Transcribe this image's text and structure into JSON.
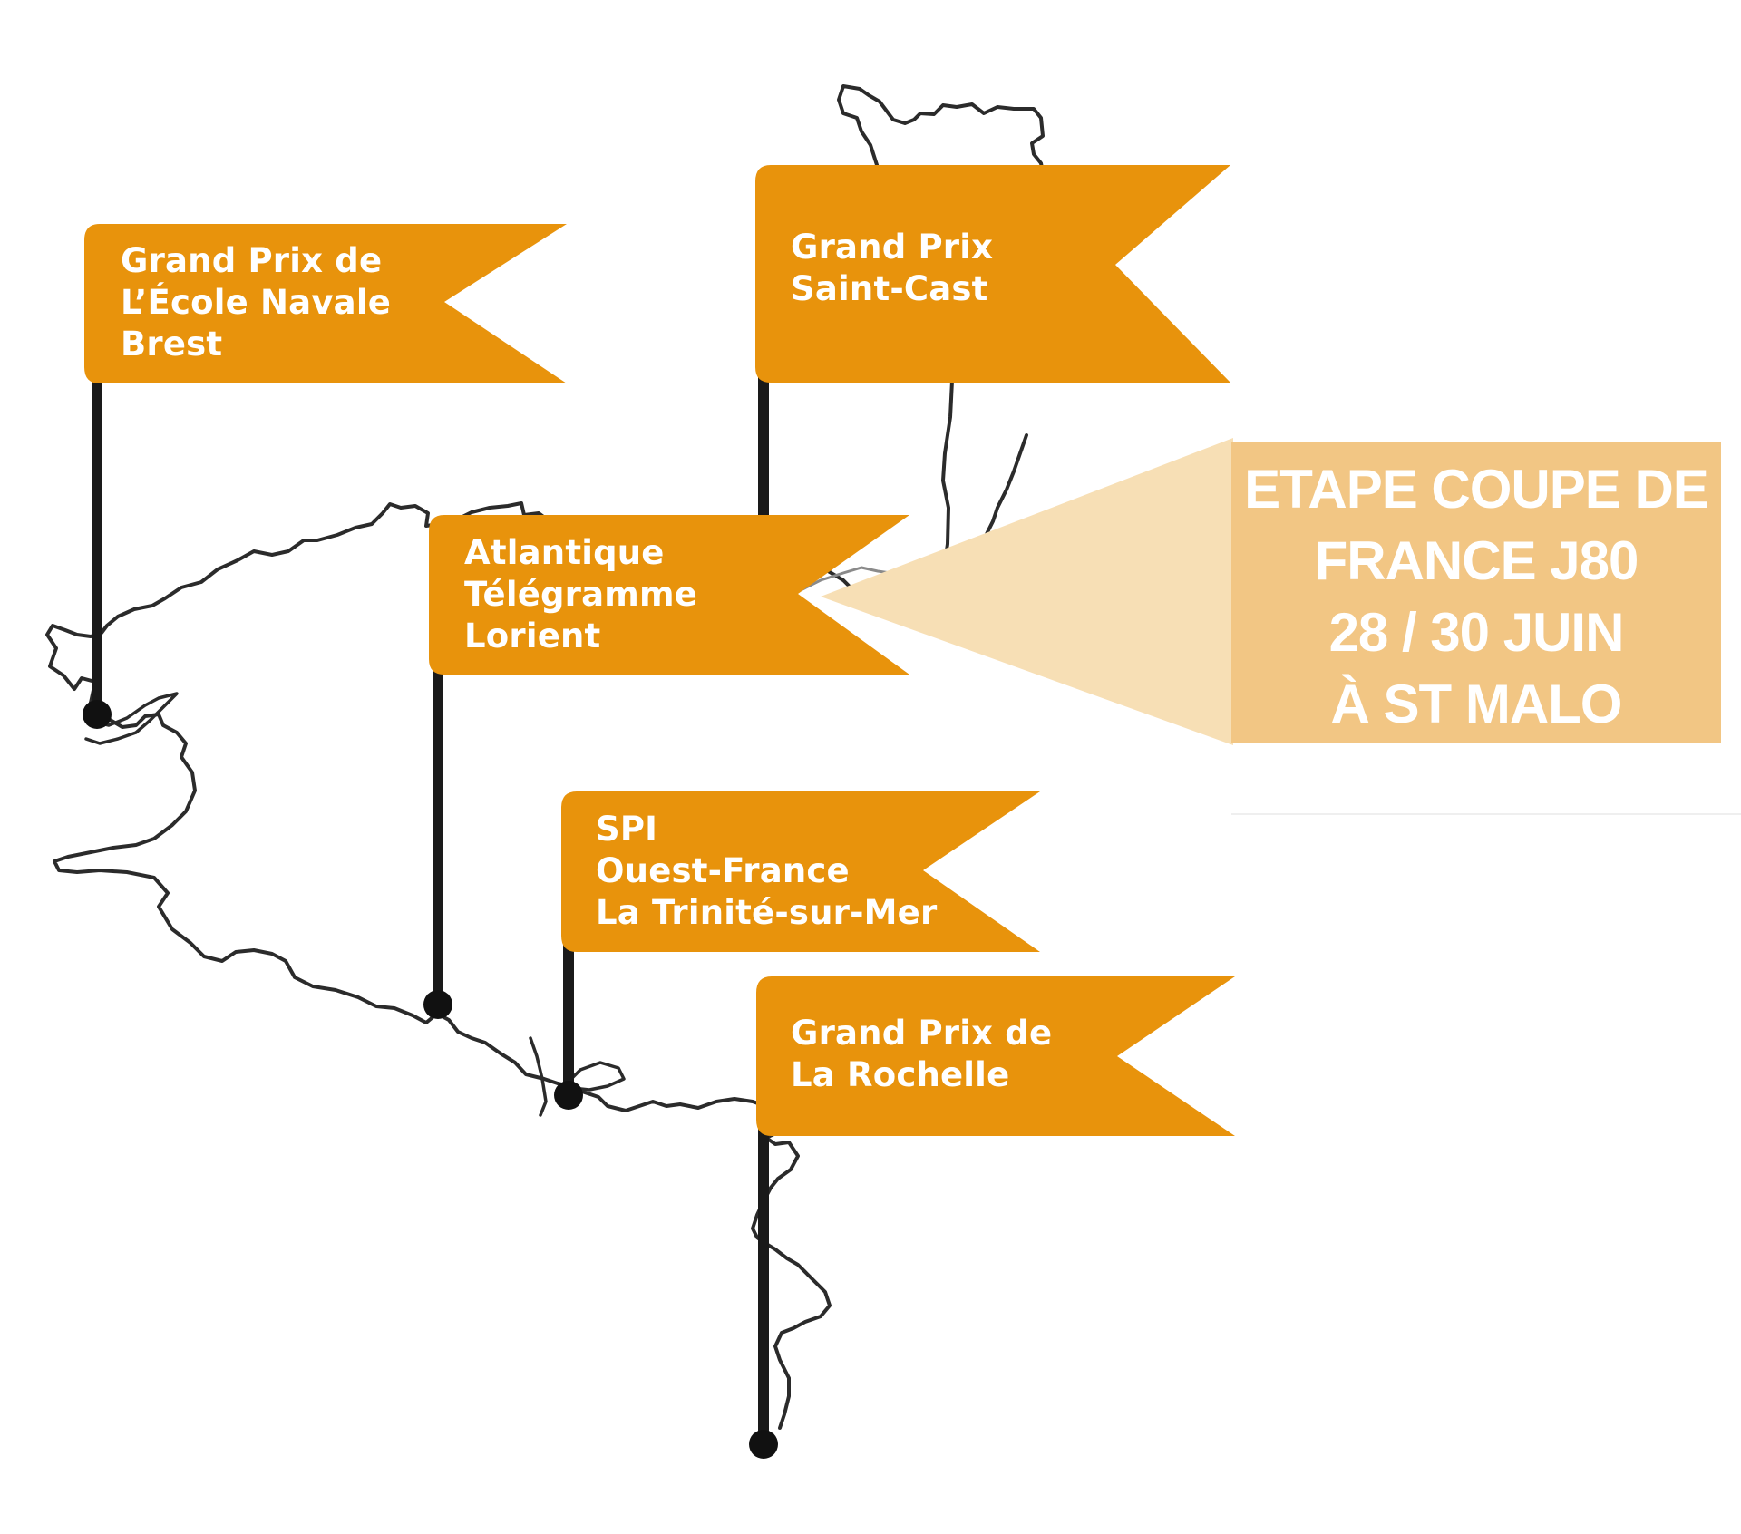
{
  "colors": {
    "flag": "#E8930C",
    "callout_box": "#F2C684",
    "callout_beam": "#F7DFB5",
    "pole": "#1a1a1a",
    "coast": "#2b2b2b"
  },
  "flags": [
    {
      "id": "brest",
      "icon": "pennant-flag-icon",
      "lines": [
        "Grand Prix de",
        "L’École Navale",
        "Brest"
      ]
    },
    {
      "id": "saint-cast",
      "icon": "pennant-flag-icon",
      "lines": [
        "Grand Prix",
        "Saint-Cast"
      ]
    },
    {
      "id": "lorient",
      "icon": "pennant-flag-icon",
      "lines": [
        "Atlantique",
        "Télégramme",
        "Lorient"
      ]
    },
    {
      "id": "la-trinite",
      "icon": "pennant-flag-icon",
      "lines": [
        "SPI",
        "Ouest-France",
        "La Trinité-sur-Mer"
      ]
    },
    {
      "id": "la-rochelle",
      "icon": "pennant-flag-icon",
      "lines": [
        "Grand Prix de",
        "La Rochelle"
      ]
    }
  ],
  "callout": {
    "lines": [
      "ETAPE COUPE DE",
      "FRANCE J80",
      "28 / 30 JUIN",
      "À ST MALO"
    ]
  }
}
